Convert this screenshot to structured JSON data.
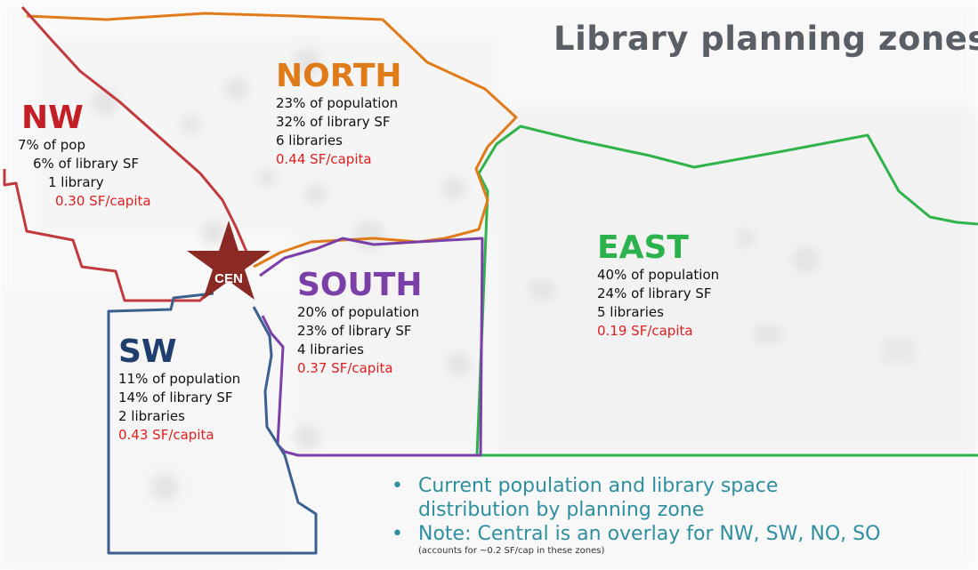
{
  "title": "Library planning zones",
  "central_marker": {
    "label": "CEN",
    "color": "#8b2a24"
  },
  "zones": {
    "north": {
      "name": "NORTH",
      "color": "#e07b1a",
      "pop": "23% of population",
      "sf": "32% of library SF",
      "libs": "6 libraries",
      "per_cap": "0.44 SF/capita"
    },
    "nw": {
      "name": "NW",
      "color": "#c41e26",
      "pop": "7% of pop",
      "sf": "6% of library SF",
      "libs": "1 library",
      "per_cap": "0.30 SF/capita"
    },
    "south": {
      "name": "SOUTH",
      "color": "#7b3fa8",
      "pop": "20% of population",
      "sf": "23% of library SF",
      "libs": "4 libraries",
      "per_cap": "0.37 SF/capita"
    },
    "sw": {
      "name": "SW",
      "color": "#1f3e6e",
      "pop": "11% of population",
      "sf": "14% of library SF",
      "libs": "2 libraries",
      "per_cap": "0.43 SF/capita"
    },
    "east": {
      "name": "EAST",
      "color": "#2bb24c",
      "pop": "40% of population",
      "sf": "24% of library SF",
      "libs": "5 libraries",
      "per_cap": "0.19 SF/capita"
    }
  },
  "notes": {
    "bullet1_line1": "Current population and library space",
    "bullet1_line2": "distribution by planning zone",
    "bullet2": "Note: Central is an overlay for NW, SW, NO, SO",
    "small": "(accounts for ~0.2 SF/cap in these zones)"
  }
}
